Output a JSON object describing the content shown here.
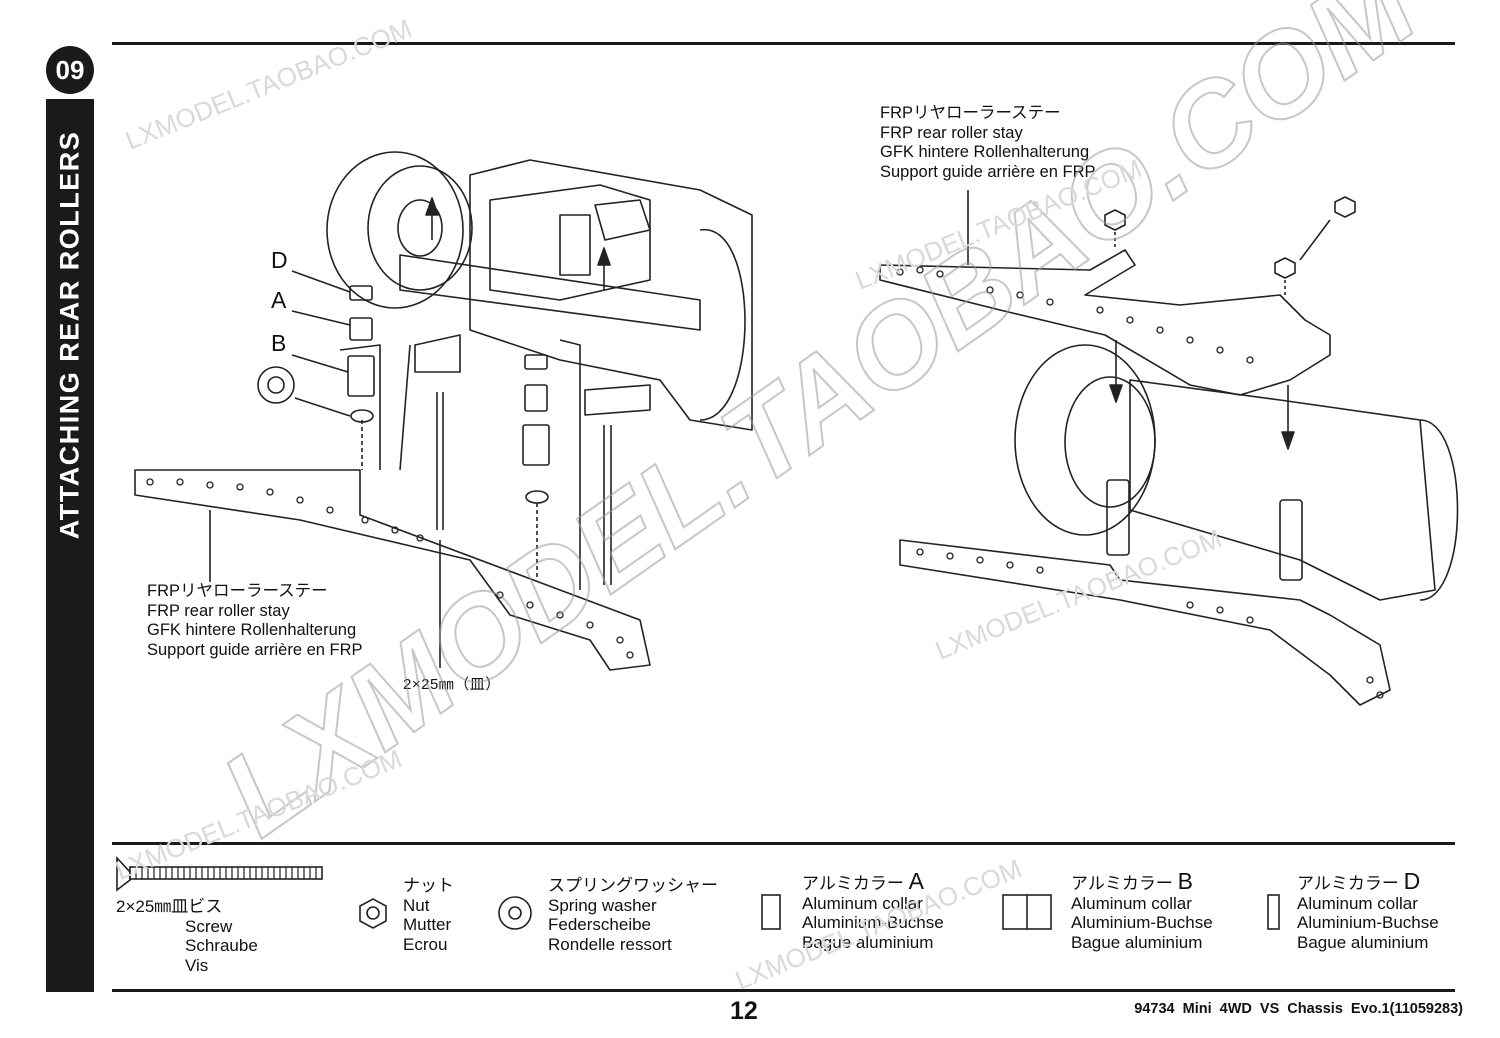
{
  "step": {
    "number": "09",
    "title": "ATTACHING REAR ROLLERS"
  },
  "left_diagram": {
    "letters": [
      "D",
      "A",
      "B"
    ],
    "stay_label": [
      "FRPリヤローラーステー",
      "FRP rear roller stay",
      "GFK hintere Rollenhalterung",
      "Support guide arrière en FRP"
    ],
    "screw_callout": "2×25㎜（皿）"
  },
  "right_diagram": {
    "stay_label": [
      "FRPリヤローラーステー",
      "FRP rear roller stay",
      "GFK hintere Rollenhalterung",
      "Support guide arrière en FRP"
    ]
  },
  "parts": {
    "screw": {
      "jp": "2×25㎜皿ビス",
      "en": "Screw",
      "de": "Schraube",
      "fr": "Vis"
    },
    "nut": {
      "jp": "ナット",
      "en": "Nut",
      "de": "Mutter",
      "fr": "Ecrou"
    },
    "spring_washer": {
      "jp": "スプリングワッシャー",
      "en": "Spring washer",
      "de": "Federscheibe",
      "fr": "Rondelle ressort"
    },
    "collar_a": {
      "jp": "アルミカラー",
      "letter": "A",
      "en": "Aluminum collar",
      "de": "Aluminium-Buchse",
      "fr": "Bague aluminium"
    },
    "collar_b": {
      "jp": "アルミカラー",
      "letter": "B",
      "en": "Aluminum collar",
      "de": "Aluminium-Buchse",
      "fr": "Bague aluminium"
    },
    "collar_d": {
      "jp": "アルミカラー",
      "letter": "D",
      "en": "Aluminum collar",
      "de": "Aluminium-Buchse",
      "fr": "Bague aluminium"
    }
  },
  "footer": {
    "page_number": "12",
    "kit_info": "94734 Mini 4WD VS Chassis Evo.1(11059283)"
  },
  "watermark": {
    "main": "LXMODEL.TAOBAO.COM",
    "small": "LXMODEL.TAOBAO.COM"
  }
}
